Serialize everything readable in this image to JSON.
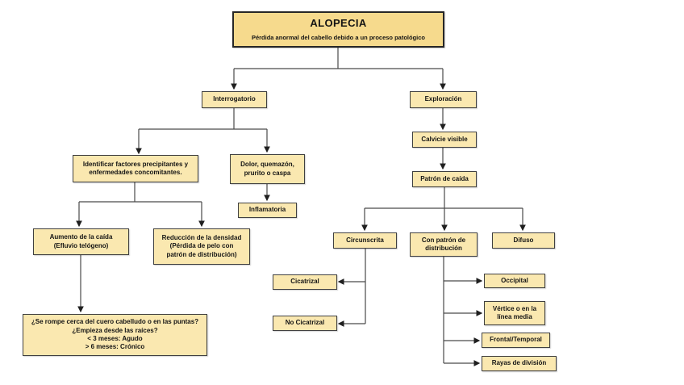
{
  "root": {
    "title": "ALOPECIA",
    "subtitle": "Pérdida anormal del cabello debido a un proceso patológico"
  },
  "nodes": {
    "interrogatorio": "Interrogatorio",
    "exploracion": "Exploración",
    "identificar_factores": "Identificar factores precipitantes y\nenfermedades concomitantes.",
    "dolor_quemazon": "Dolor, quemazón,\nprurito o caspa",
    "inflamatoria": "Inflamatoria",
    "calvicie_visible": "Calvicie visible",
    "patron_de_caida": "Patrón de caída",
    "aumento_caida": "Aumento de la caída\n(Efluvio telógeno)",
    "reduccion_densidad": "Reducción de la densidad\n(Pérdida de pelo con\npatrón de distribución)",
    "preguntas_caida": "¿Se rompe cerca del cuero cabelludo o en las puntas?\n¿Empieza desde las raíces?\n< 3 meses: Agudo\n> 6 meses: Crónico",
    "circunscrita": "Circunscrita",
    "con_patron_distribucion": "Con patrón de\ndistribución",
    "difuso": "Difuso",
    "cicatrizal": "Cicatrizal",
    "no_cicatrizal": "No Cicatrizal",
    "occipital": "Occipital",
    "vertice_linea_media": "Vértice o en la\nlínea media",
    "frontal_temporal": "Frontal/Temporal",
    "rayas_division": "Rayas de división"
  },
  "colors": {
    "root_fill": "#F6DA8D",
    "node_fill": "#FAE8B0",
    "border": "#404040",
    "connector": "#4A4A4A",
    "background": "#FFFFFF"
  }
}
